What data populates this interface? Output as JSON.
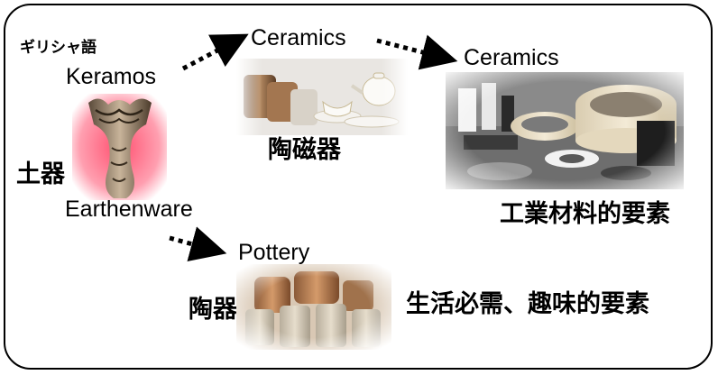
{
  "nodes": {
    "greek_label": "ギリシャ語",
    "keramos": "Keramos",
    "doki": "土器",
    "earthenware": "Earthenware",
    "ceramics_mid": "Ceramics",
    "touji": "陶磁器",
    "ceramics_right": "Ceramics",
    "industrial": "工業材料的要素",
    "pottery": "Pottery",
    "touki": "陶器",
    "daily": "生活必需、趣味的要素"
  }
}
